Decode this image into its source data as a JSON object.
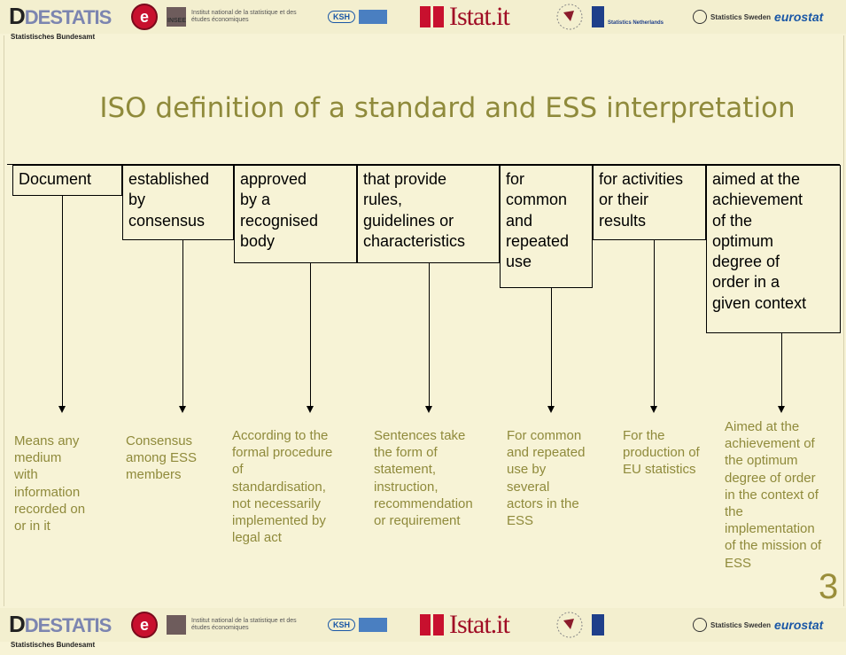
{
  "header_logos": {
    "destatis": {
      "name": "DESTATIS",
      "sub": "Statistisches Bundesamt"
    },
    "insee": {
      "name": "INSEE",
      "desc": "Institut national de la statistique et des études économiques"
    },
    "ksh": {
      "name": "KSH"
    },
    "istat": {
      "name": "Istat.it"
    },
    "eurostat": {
      "name": "eurostat",
      "scb": "Statistics Sweden"
    }
  },
  "slide": {
    "title": "ISO definition of a standard and ESS interpretation",
    "page_number": "3"
  },
  "terms": [
    {
      "lines": [
        "Document"
      ]
    },
    {
      "lines": [
        "established",
        "by",
        "consensus"
      ]
    },
    {
      "lines": [
        "approved",
        "by a",
        "recognised",
        "body"
      ]
    },
    {
      "lines": [
        "that provide",
        "rules,",
        "guidelines or",
        "characteristics"
      ]
    },
    {
      "lines": [
        "for",
        "common",
        "and",
        "repeated",
        "use"
      ]
    },
    {
      "lines": [
        "for activities",
        "or their",
        "results"
      ]
    },
    {
      "lines": [
        "aimed at the",
        "achievement",
        "of the",
        "optimum",
        "degree of",
        "order in a",
        "given context"
      ]
    }
  ],
  "interpretations": [
    {
      "lines": [
        "Means any",
        "medium",
        "with",
        "information",
        "recorded on",
        "or in it"
      ]
    },
    {
      "lines": [
        "Consensus",
        "among ESS",
        "members"
      ]
    },
    {
      "lines": [
        "According to the",
        "formal procedure",
        "of",
        "standardisation,",
        "not necessarily",
        "implemented by",
        "legal act"
      ]
    },
    {
      "lines": [
        "Sentences take",
        "the form of",
        "statement,",
        "instruction,",
        "recommendation",
        "or requirement"
      ]
    },
    {
      "lines": [
        "For common",
        "and repeated",
        "use by",
        "several",
        "actors in the",
        "ESS"
      ]
    },
    {
      "lines": [
        "For the",
        "production of",
        "EU statistics"
      ]
    },
    {
      "lines": [
        "Aimed at the",
        "achievement of",
        "the optimum",
        "degree of order",
        "in the context of",
        "the",
        "implementation",
        "of the mission of",
        "ESS"
      ]
    }
  ]
}
